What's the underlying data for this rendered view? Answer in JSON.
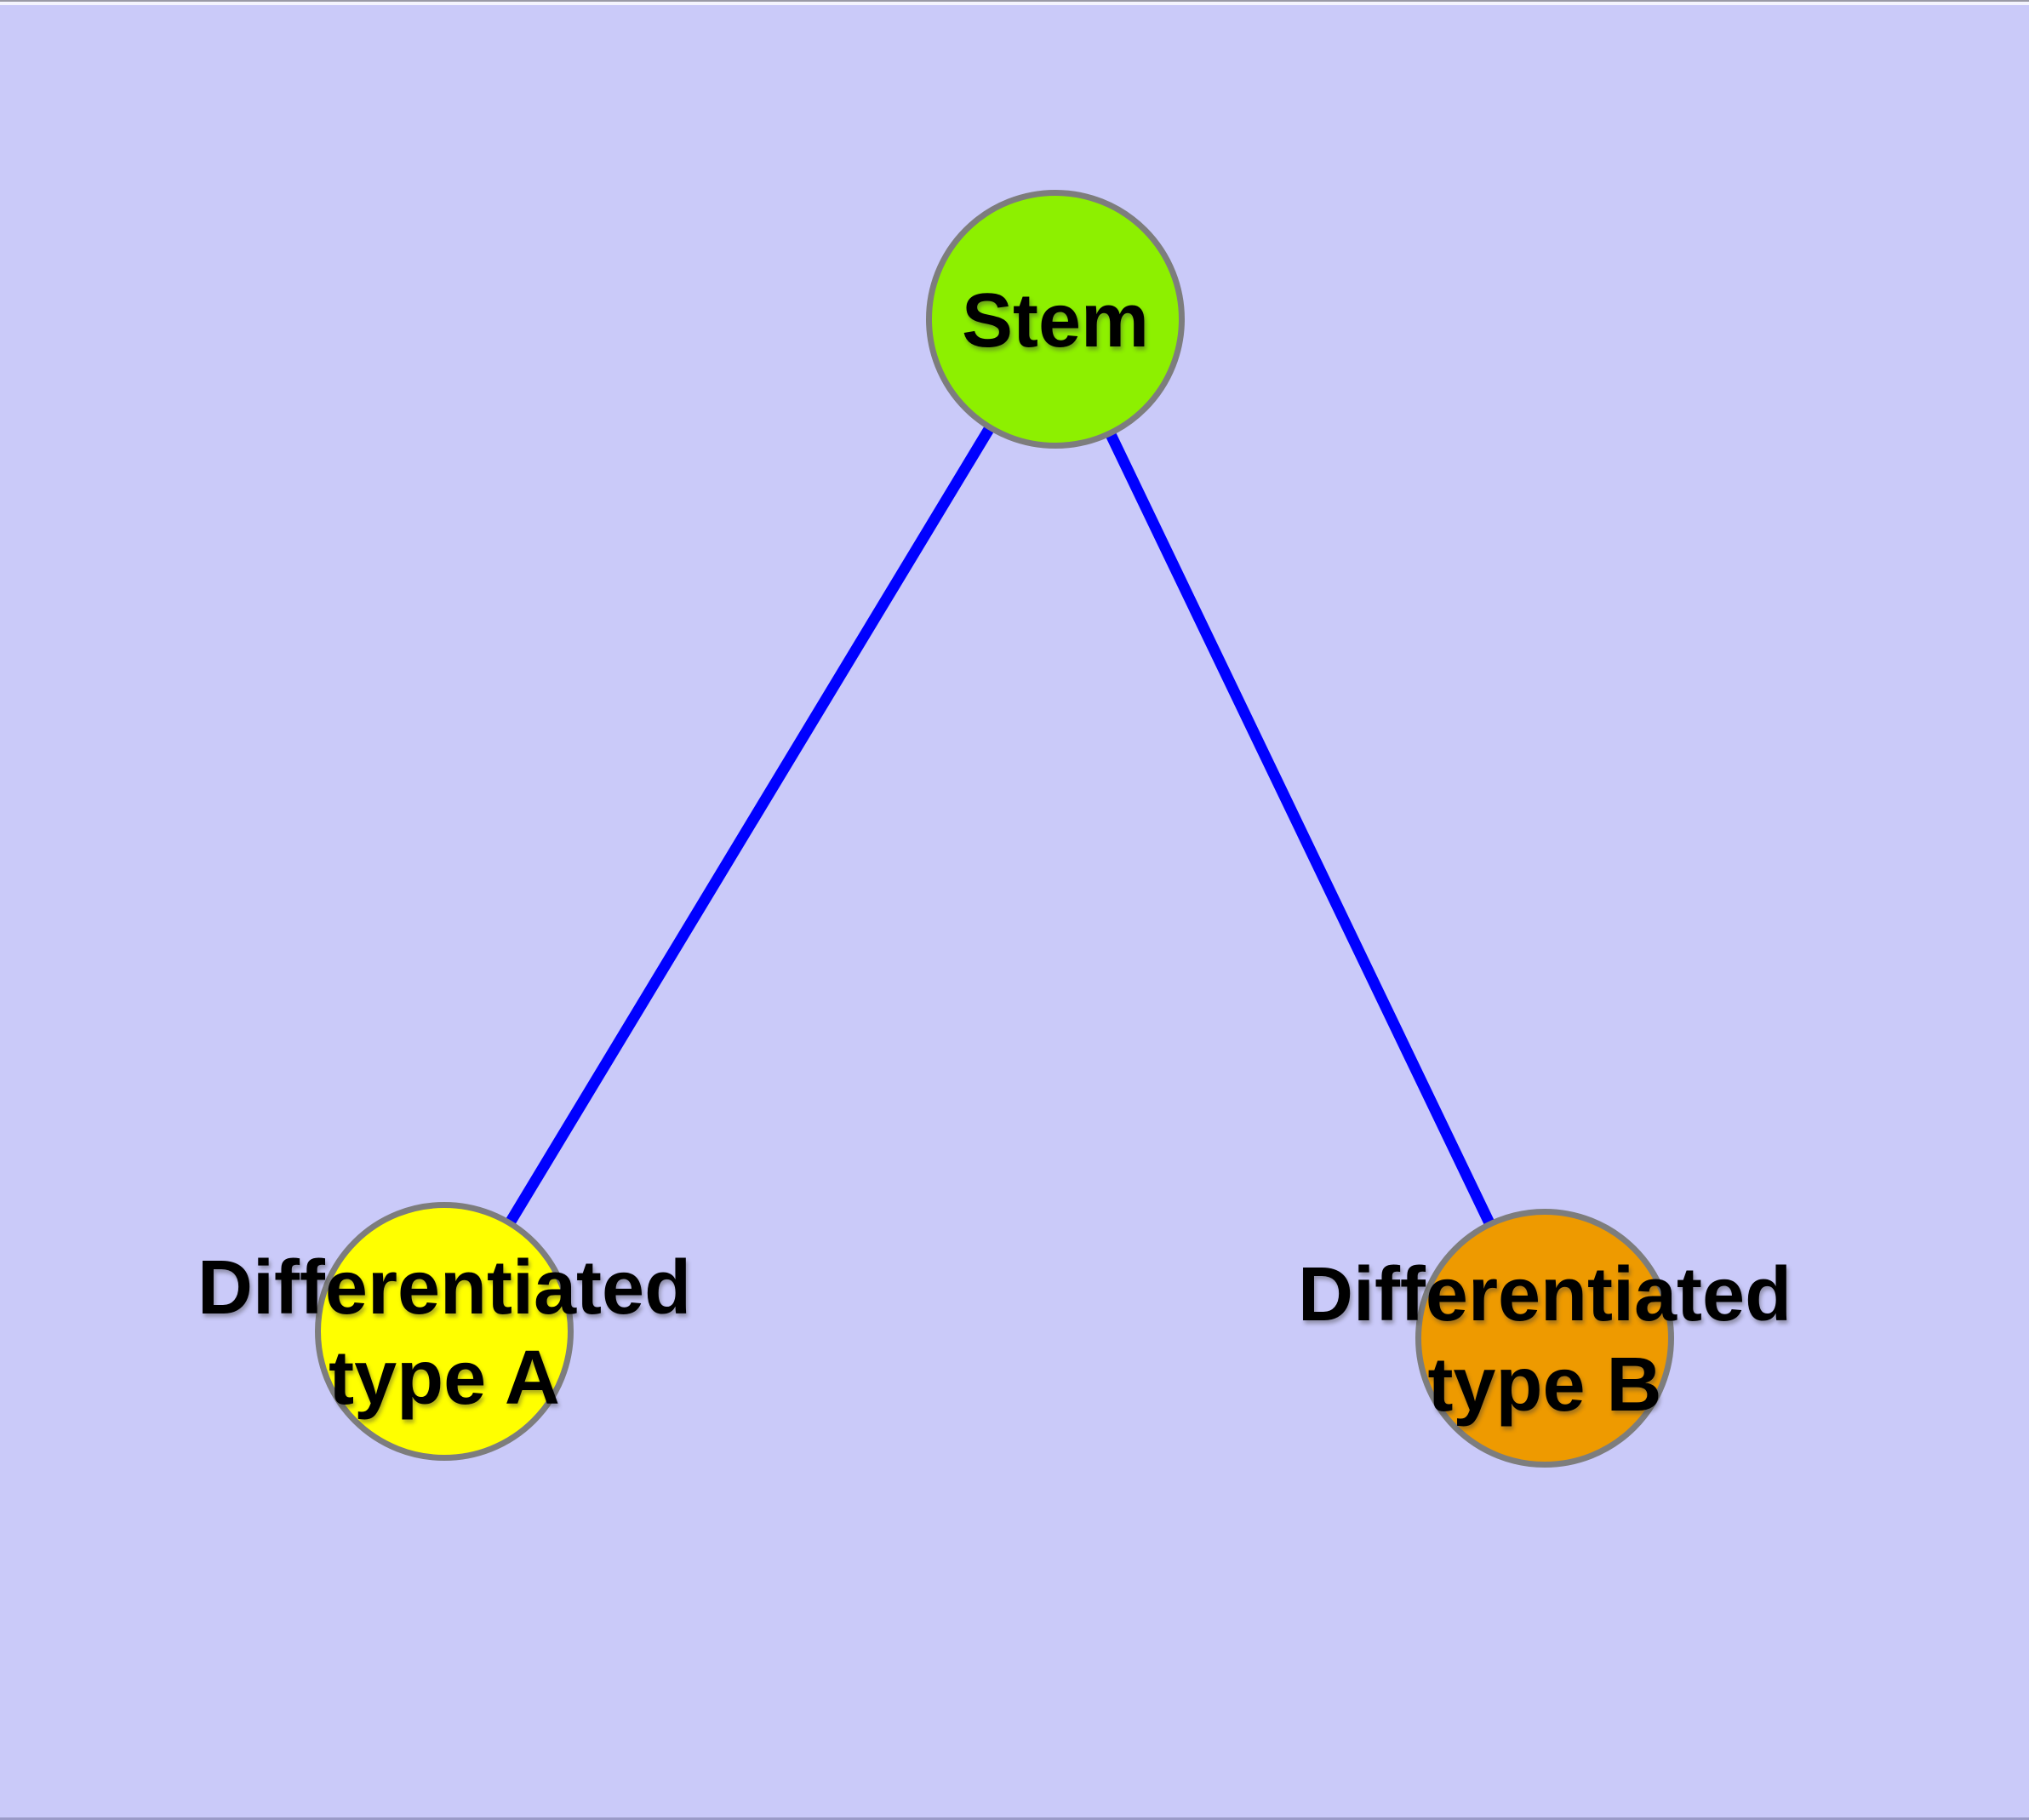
{
  "diagram": {
    "type": "node-link-graph",
    "colors": {
      "background": "#CACAF9",
      "edge": "#0000FF",
      "node_border": "#7D7D7D",
      "label": "#000000",
      "stem_fill": "#8DF000",
      "type_a_fill": "#FFFF00",
      "type_b_fill": "#EE9A00"
    },
    "nodes": [
      {
        "id": "stem",
        "label": "Stem",
        "fill": "#8DF000"
      },
      {
        "id": "type-a",
        "label_line1": "Differentiated",
        "label_line2": "type A",
        "fill": "#FFFF00"
      },
      {
        "id": "type-b",
        "label_line1": "Differentiated",
        "label_line2": "type B",
        "fill": "#EE9A00"
      }
    ],
    "edges": [
      {
        "from": "Stem",
        "to": "Differentiated type A"
      },
      {
        "from": "Stem",
        "to": "Differentiated type B"
      }
    ]
  }
}
